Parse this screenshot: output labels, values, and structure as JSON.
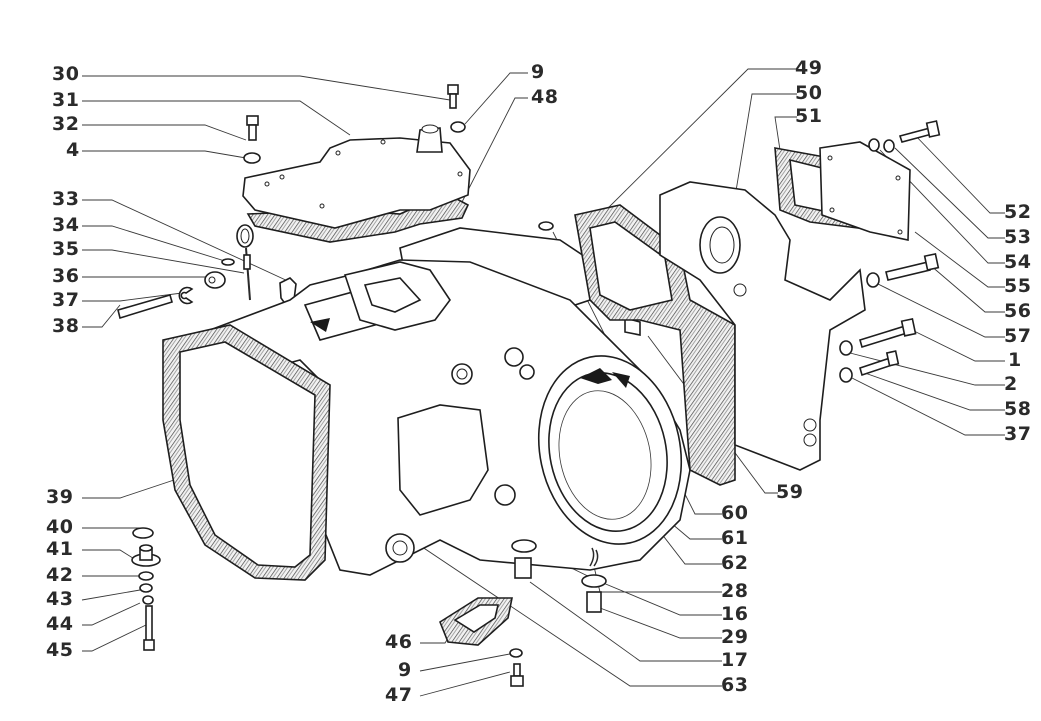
{
  "diagram": {
    "type": "exploded-parts-view",
    "subject": "transmission housing assembly",
    "colors": {
      "ink": "#2b2b2b",
      "paper": "#ffffff"
    },
    "callouts": [
      {
        "id": "c30",
        "number": "30"
      },
      {
        "id": "c31",
        "number": "31"
      },
      {
        "id": "c32",
        "number": "32"
      },
      {
        "id": "c4",
        "number": "4"
      },
      {
        "id": "c33",
        "number": "33"
      },
      {
        "id": "c34",
        "number": "34"
      },
      {
        "id": "c35",
        "number": "35"
      },
      {
        "id": "c36",
        "number": "36"
      },
      {
        "id": "c37a",
        "number": "37"
      },
      {
        "id": "c38",
        "number": "38"
      },
      {
        "id": "c39",
        "number": "39"
      },
      {
        "id": "c40",
        "number": "40"
      },
      {
        "id": "c41",
        "number": "41"
      },
      {
        "id": "c42",
        "number": "42"
      },
      {
        "id": "c43",
        "number": "43"
      },
      {
        "id": "c44",
        "number": "44"
      },
      {
        "id": "c45",
        "number": "45"
      },
      {
        "id": "c9a",
        "number": "9"
      },
      {
        "id": "c48",
        "number": "48"
      },
      {
        "id": "c49",
        "number": "49"
      },
      {
        "id": "c50",
        "number": "50"
      },
      {
        "id": "c51",
        "number": "51"
      },
      {
        "id": "c52",
        "number": "52"
      },
      {
        "id": "c53",
        "number": "53"
      },
      {
        "id": "c54",
        "number": "54"
      },
      {
        "id": "c55",
        "number": "55"
      },
      {
        "id": "c56",
        "number": "56"
      },
      {
        "id": "c57",
        "number": "57"
      },
      {
        "id": "c1",
        "number": "1"
      },
      {
        "id": "c2",
        "number": "2"
      },
      {
        "id": "c58",
        "number": "58"
      },
      {
        "id": "c37b",
        "number": "37"
      },
      {
        "id": "c59",
        "number": "59"
      },
      {
        "id": "c60",
        "number": "60"
      },
      {
        "id": "c61",
        "number": "61"
      },
      {
        "id": "c62",
        "number": "62"
      },
      {
        "id": "c28",
        "number": "28"
      },
      {
        "id": "c16",
        "number": "16"
      },
      {
        "id": "c29",
        "number": "29"
      },
      {
        "id": "c17",
        "number": "17"
      },
      {
        "id": "c63",
        "number": "63"
      },
      {
        "id": "c46",
        "number": "46"
      },
      {
        "id": "c9b",
        "number": "9"
      },
      {
        "id": "c47",
        "number": "47"
      }
    ]
  }
}
